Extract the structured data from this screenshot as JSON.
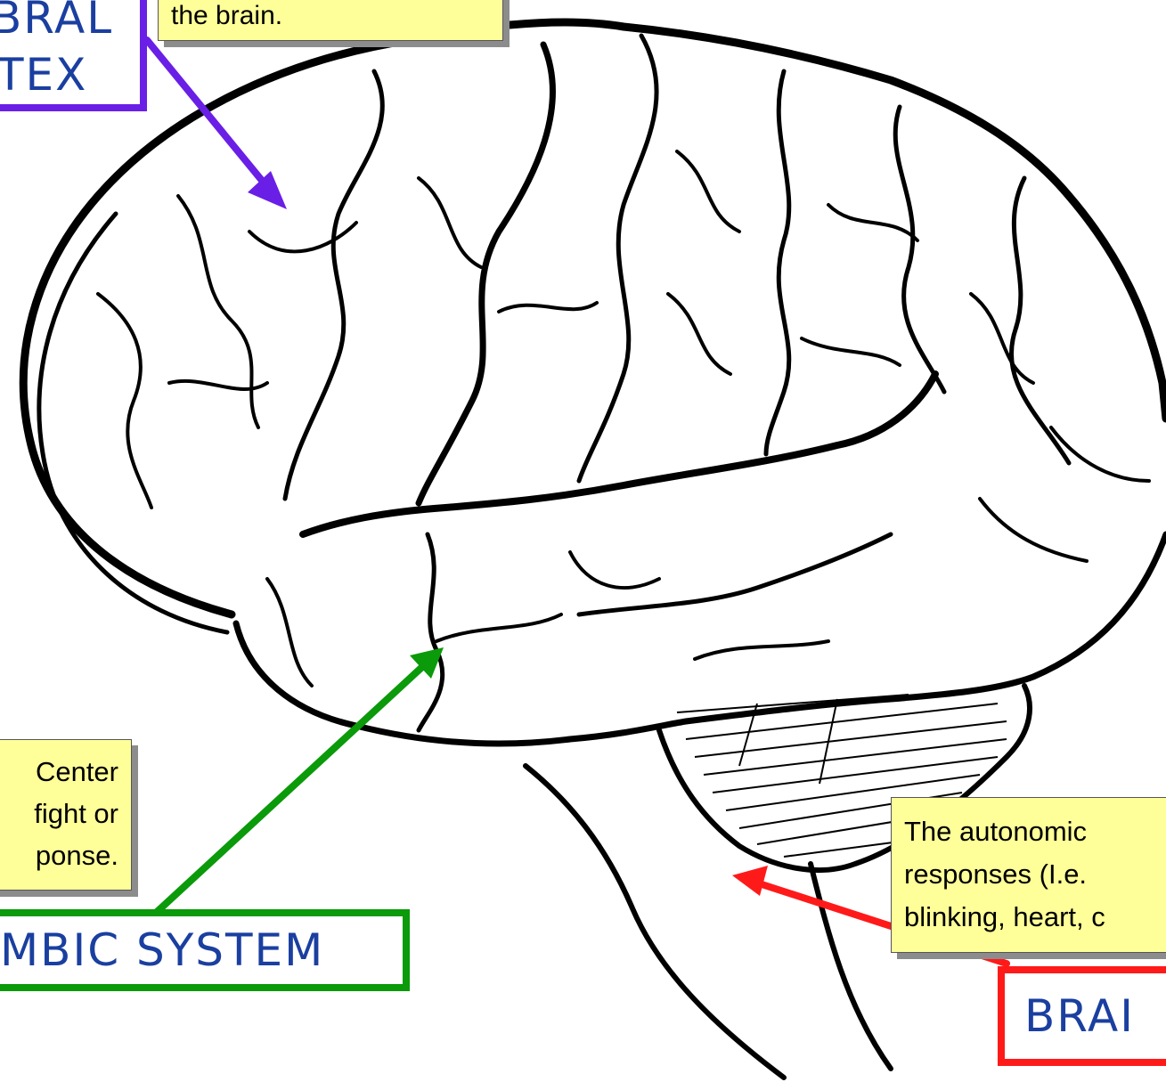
{
  "cortex": {
    "label_top": "BRAL",
    "label_bottom": "TEX",
    "callout": "the brain.",
    "color": "#6a1fe6"
  },
  "limbic": {
    "label": "MBIC SYSTEM",
    "callout_lines": [
      "Center",
      "fight or",
      "ponse."
    ],
    "color": "#0a9a0a",
    "label_color": "#1a3fa0"
  },
  "stem": {
    "label": "BRAI",
    "callout_lines": [
      "The autonomic",
      "responses (I.e.",
      "blinking, heart, c"
    ],
    "color": "#ff1a1a",
    "label_color": "#1a3fa0"
  }
}
